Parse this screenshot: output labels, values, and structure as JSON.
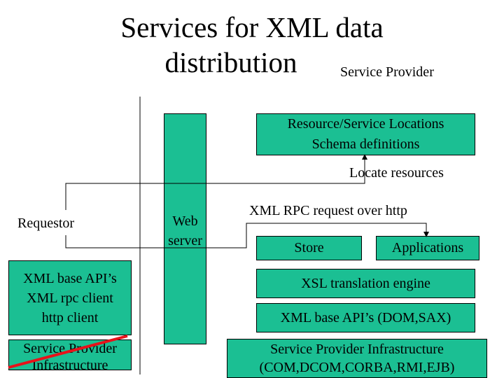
{
  "title": {
    "line1": "Services for XML data",
    "line2": "distribution"
  },
  "labels": {
    "service_provider": "Service Provider",
    "locate_resources": "Locate resources",
    "requestor": "Requestor",
    "web_server_line1": "Web",
    "web_server_line2": "server",
    "xml_rpc_request": "XML RPC request over http"
  },
  "boxes": {
    "resource_locations": {
      "line1": "Resource/Service Locations",
      "line2": "Schema definitions"
    },
    "store": "Store",
    "applications": "Applications",
    "xsl_engine": "XSL translation engine",
    "xml_base_api_provider": "XML base API’s (DOM,SAX)",
    "provider_infrastructure": {
      "line1": "Service Provider Infrastructure",
      "line2": "(COM,DCOM,CORBA,RMI,EJB)"
    },
    "requestor_stack": {
      "line1": "XML base API’s",
      "line2": "XML rpc client",
      "line3": "http client"
    },
    "requestor_infrastructure": {
      "line1": "Service Provider",
      "line2": "Infrastructure"
    }
  },
  "colors": {
    "box_fill": "#1bbf93",
    "strike_line": "#e8121a",
    "line": "#000000"
  }
}
